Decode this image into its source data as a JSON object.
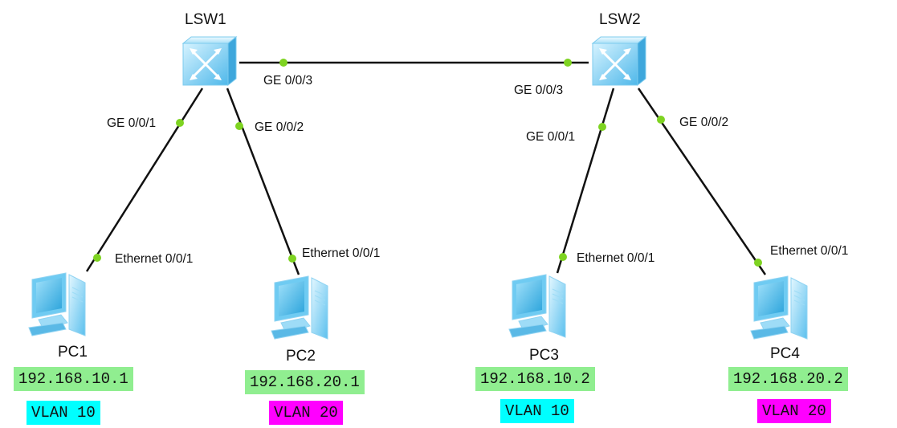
{
  "colors": {
    "link": "#111111",
    "port_dot": "#7ed321",
    "ip_bg": "#90ee90",
    "vlan10_bg": "#00ffff",
    "vlan20_bg": "#ff00ff"
  },
  "switches": [
    {
      "id": "lsw1",
      "name": "LSW1",
      "icon": "switch-icon"
    },
    {
      "id": "lsw2",
      "name": "LSW2",
      "icon": "switch-icon"
    }
  ],
  "pcs": [
    {
      "id": "pc1",
      "name": "PC1",
      "ip": "192.168.10.1",
      "vlan": "VLAN 10",
      "icon": "pc-icon"
    },
    {
      "id": "pc2",
      "name": "PC2",
      "ip": "192.168.20.1",
      "vlan": "VLAN 20",
      "icon": "pc-icon"
    },
    {
      "id": "pc3",
      "name": "PC3",
      "ip": "192.168.10.2",
      "vlan": "VLAN 10",
      "icon": "pc-icon"
    },
    {
      "id": "pc4",
      "name": "PC4",
      "ip": "192.168.20.2",
      "vlan": "VLAN 20",
      "icon": "pc-icon"
    }
  ],
  "links": [
    {
      "from": "LSW1",
      "from_port": "GE 0/0/3",
      "to": "LSW2",
      "to_port": "GE 0/0/3"
    },
    {
      "from": "LSW1",
      "from_port": "GE 0/0/1",
      "to": "PC1",
      "to_port": "Ethernet 0/0/1"
    },
    {
      "from": "LSW1",
      "from_port": "GE 0/0/2",
      "to": "PC2",
      "to_port": "Ethernet 0/0/1"
    },
    {
      "from": "LSW2",
      "from_port": "GE 0/0/1",
      "to": "PC3",
      "to_port": "Ethernet 0/0/1"
    },
    {
      "from": "LSW2",
      "from_port": "GE 0/0/2",
      "to": "PC4",
      "to_port": "Ethernet 0/0/1"
    }
  ]
}
